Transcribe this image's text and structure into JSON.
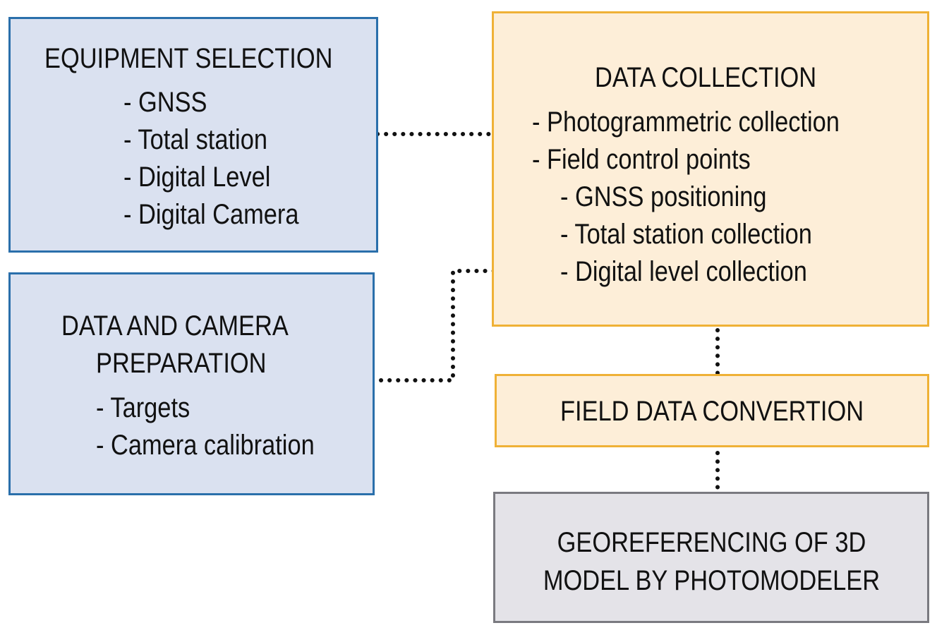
{
  "equipment_selection": {
    "title": "EQUIPMENT SELECTION",
    "items": [
      "- GNSS",
      "- Total station",
      "- Digital Level",
      "- Digital Camera"
    ]
  },
  "data_camera_preparation": {
    "title_line1": "DATA AND CAMERA",
    "title_line2": "PREPARATION",
    "items": [
      "- Targets",
      "- Camera calibration"
    ]
  },
  "data_collection": {
    "title": "DATA COLLECTION",
    "items": [
      "- Photogrammetric collection",
      "- Field control points"
    ],
    "sub_items": [
      "- GNSS positioning",
      "- Total station collection",
      "- Digital level collection"
    ]
  },
  "field_data_conversion": {
    "title": "FIELD DATA CONVERTION"
  },
  "georeferencing": {
    "title_line1": "GEOREFERENCING OF 3D",
    "title_line2": "MODEL BY PHOTOMODELER"
  },
  "colors": {
    "blue_fill": "#dae1f0",
    "blue_border": "#2a6fab",
    "orange_fill": "#fdeed8",
    "orange_border": "#efb136",
    "gray_fill": "#e4e3e8",
    "gray_border": "#7a7a80",
    "connector": "#111111"
  }
}
